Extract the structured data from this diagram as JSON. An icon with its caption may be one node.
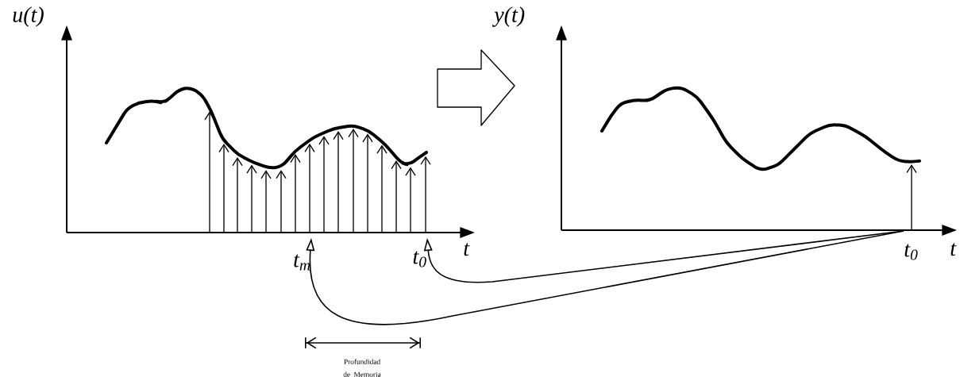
{
  "diagram": {
    "nodes": [
      {
        "text": [
          "t$_{m}$"
        ]
      },
      {
        "text": [
          "t$_{0}$"
        ]
      },
      {
        "text": [
          "t$_{0}$"
        ]
      }
    ],
    "edges": [
      {
        "from": 2,
        "to": 1,
        "arrow": "to"
      },
      {
        "from": 2,
        "to": 0,
        "arrow": "to"
      }
    ],
    "labels": [
      "u(t)",
      "y(t)",
      "t",
      "t",
      "Profundidad de Memoria"
    ]
  }
}
